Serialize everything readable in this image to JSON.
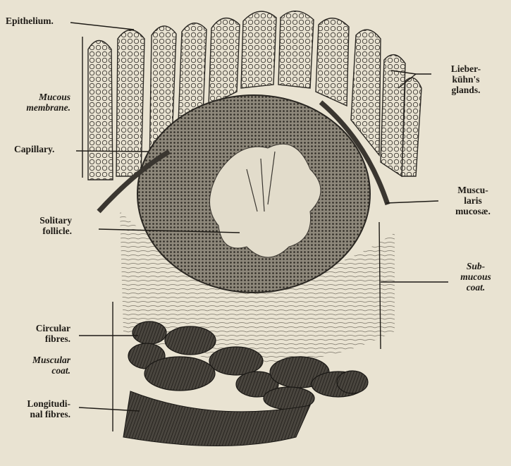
{
  "labels": {
    "epithelium": "Epithelium.",
    "mucous_membrane": [
      "Mucous",
      "membrane."
    ],
    "capillary": "Capillary.",
    "solitary_follicle": [
      "Solitary",
      "follicle."
    ],
    "circular_fibres": [
      "Circular",
      "fibres."
    ],
    "muscular_coat": [
      "Muscular",
      "coat."
    ],
    "longitudinal_fibres": [
      "Longitudi-",
      "nal fibres."
    ],
    "lieberkuhns_glands": [
      "Lieber-",
      "kühn's",
      "glands."
    ],
    "muscularis_mucosae": [
      "Muscu-",
      "laris",
      "mucosæ."
    ],
    "submucous_coat": [
      "Sub-",
      "mucous",
      "coat."
    ]
  },
  "colors": {
    "paper": "#e9e3d2",
    "ink": "#1e1b16",
    "tissue_dark": "#3a3630",
    "tissue_mid": "#6b665c",
    "tissue_light": "#c9c2b0"
  }
}
